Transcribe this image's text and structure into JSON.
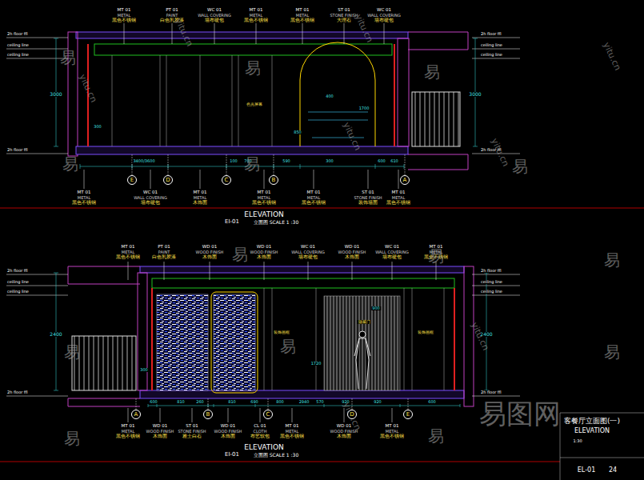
{
  "diagram": {
    "nodes": [
      {
        "text": [
          "E"
        ]
      },
      {
        "text": [
          "D"
        ]
      },
      {
        "text": [
          "C"
        ]
      },
      {
        "text": [
          "B"
        ]
      },
      {
        "text": [
          "A"
        ]
      },
      {
        "text": [
          "A"
        ]
      },
      {
        "text": [
          "B"
        ]
      },
      {
        "text": [
          "C"
        ]
      },
      {
        "text": [
          "D"
        ]
      },
      {
        "text": [
          "E"
        ]
      }
    ],
    "labels": [
      "MT 01",
      "METAL",
      "黑色不锈钢",
      "PT 01",
      "PAINT",
      "白色乳胶漆",
      "WC 01",
      "WALL COVERING",
      "墙布硬包",
      "MT 01",
      "METAL",
      "黑色不锈钢",
      "MT 01",
      "METAL",
      "黑色不锈钢",
      "ST 01",
      "STONE FINISH",
      "大理石",
      "WC 01",
      "WALL COVERING",
      "墙布硬包",
      "2h floor ffl",
      "ceiling line",
      "ceiling line",
      "2h floor ffl",
      "2h floor ffl",
      "ceiling line",
      "ceiling line",
      "2h floor ffl",
      "3000",
      "3000",
      "3400/3600",
      "100",
      "700",
      "590",
      "300",
      "600",
      "610",
      "400",
      "1700",
      "300",
      "850",
      "色光屏幕",
      "MT 01",
      "METAL",
      "黑色不锈钢",
      "WC 01",
      "WALL COVERING",
      "墙布硬包",
      "MT 01",
      "METAL",
      "木饰面",
      "MT 01",
      "METAL",
      "黑色不锈钢",
      "MT 01",
      "METAL",
      "黑色不锈钢",
      "ST 01",
      "STONE FINISH",
      "装饰墙面",
      "MT 01",
      "METAL",
      "黑色不锈钢",
      "ELEVATION",
      "EI-01",
      "立面图 SCALE 1 :30",
      "MT 01",
      "METAL",
      "黑色不锈钢",
      "PT 01",
      "PAINT",
      "白色乳胶漆",
      "WD 01",
      "WOOD FINISH",
      "木饰面",
      "WD 01",
      "WOOD FINISH",
      "木饰面",
      "WC 01",
      "WALL COVERING",
      "墙布硬包",
      "WD 01",
      "WOOD FINISH",
      "木饰面",
      "WC 01",
      "WALL COVERING",
      "墙布硬包",
      "MT 01",
      "METAL",
      "黑色不锈钢",
      "2h floor ffl",
      "ceiling line",
      "ceiling line",
      "2h floor ffl",
      "2h floor ffl",
      "ceiling line",
      "ceiling line",
      "2h floor ffl",
      "2400",
      "2400",
      "300",
      "900",
      "1720",
      "隐藏门",
      "装饰画框",
      "装饰画框",
      "600",
      "810",
      "260",
      "810",
      "690",
      "800",
      "2940",
      "570",
      "920",
      "920",
      "600",
      "MT 01",
      "METAL",
      "黑色不锈钢",
      "WD 01",
      "WOOD FINISH",
      "木饰面",
      "ST 01",
      "STONE FINISH",
      "雅士白石",
      "WD 01",
      "WOOD FINISH",
      "木饰面",
      "CL 01",
      "CLOTH",
      "布艺软包",
      "MT 01",
      "METAL",
      "黑色不锈钢",
      "WD 01",
      "WOOD FINISH",
      "木饰面",
      "MT 01",
      "METAL",
      "黑色不锈钢",
      "ELEVATION",
      "EI-01",
      "立面图 SCALE 1 :30",
      "客餐厅立面图(一)",
      "ELEVATION",
      "1:30",
      "EL-01",
      "24",
      "易",
      "易",
      "易",
      "易",
      "易",
      "易",
      "易",
      "易",
      "易",
      "易",
      "易",
      "易",
      "易",
      "易",
      "易图网",
      "yitu.cn",
      "yitu.cn",
      "yitu.cn",
      "yitu.cn",
      "yitu.cn",
      "yitu.cn",
      "yitu.cn",
      "yitu.cn"
    ]
  }
}
